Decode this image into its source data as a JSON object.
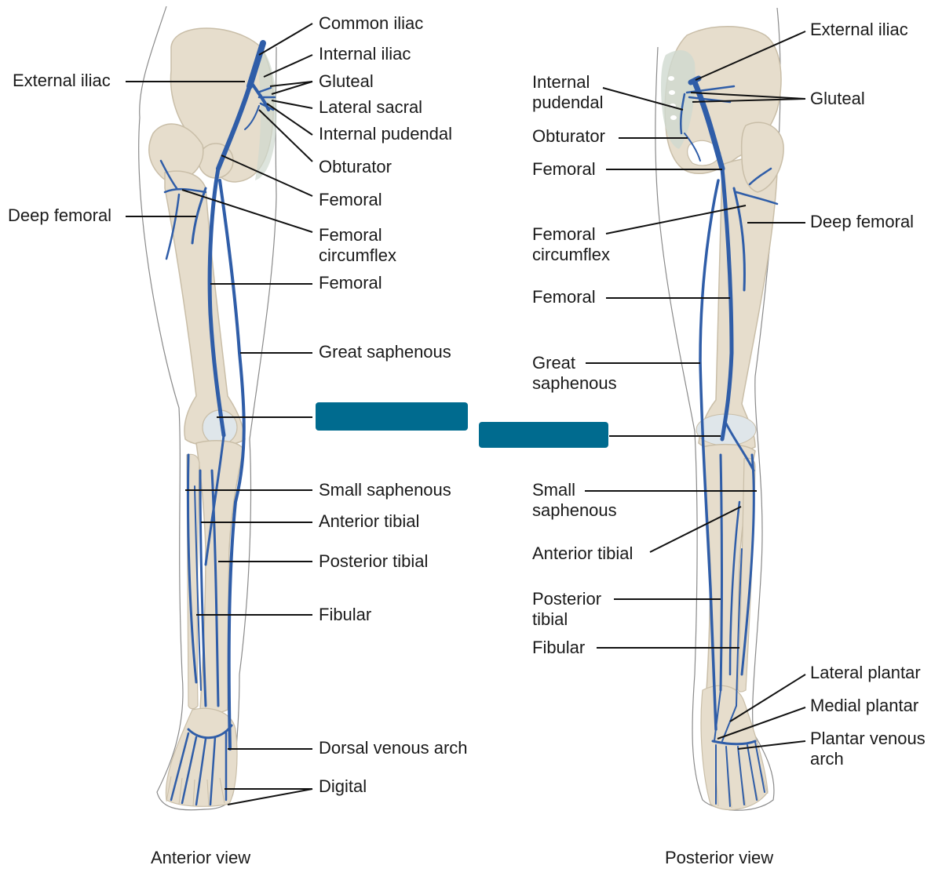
{
  "anterior": {
    "view_title": "Anterior view",
    "labels": {
      "common_iliac": "Common iliac",
      "internal_iliac": "Internal iliac",
      "external_iliac": "External iliac",
      "gluteal": "Gluteal",
      "lateral_sacral": "Lateral sacral",
      "internal_pudendal": "Internal pudendal",
      "obturator": "Obturator",
      "femoral_upper": "Femoral",
      "deep_femoral": "Deep femoral",
      "femoral_circumflex": "Femoral\ncircumflex",
      "femoral_mid": "Femoral",
      "great_saphenous": "Great saphenous",
      "small_saphenous": "Small saphenous",
      "anterior_tibial": "Anterior tibial",
      "posterior_tibial": "Posterior tibial",
      "fibular": "Fibular",
      "dorsal_venous_arch": "Dorsal venous arch",
      "digital": "Digital"
    }
  },
  "posterior": {
    "view_title": "Posterior view",
    "labels": {
      "external_iliac": "External iliac",
      "internal_pudendal": "Internal\npudendal",
      "gluteal": "Gluteal",
      "obturator": "Obturator",
      "femoral_upper": "Femoral",
      "deep_femoral": "Deep femoral",
      "femoral_circumflex": "Femoral\ncircumflex",
      "femoral_mid": "Femoral",
      "great_saphenous": "Great\nsaphenous",
      "small_saphenous": "Small\nsaphenous",
      "anterior_tibial": "Anterior tibial",
      "posterior_tibial": "Posterior\ntibial",
      "fibular": "Fibular",
      "lateral_plantar": "Lateral plantar",
      "medial_plantar": "Medial plantar",
      "plantar_venous_arch": "Plantar venous\narch"
    }
  },
  "colors": {
    "vein": "#2f5da8",
    "vein_highlight": "#6f95d6",
    "bone": "#e6ddcc",
    "bone_stroke": "#c9bea8",
    "skin_outline": "#8a8a8a",
    "leader_line": "#111111",
    "blank_box": "#006b8f"
  }
}
